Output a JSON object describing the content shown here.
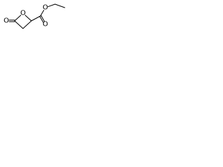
{
  "molecule": {
    "atoms": [
      {
        "id": "O1",
        "element": "O",
        "label": "O"
      },
      {
        "id": "C2",
        "element": "C",
        "label": ""
      },
      {
        "id": "C3",
        "element": "C",
        "label": ""
      },
      {
        "id": "C4",
        "element": "C",
        "label": ""
      },
      {
        "id": "O5",
        "element": "O",
        "label": "O"
      },
      {
        "id": "C6",
        "element": "C",
        "label": ""
      },
      {
        "id": "O7",
        "element": "O",
        "label": "O"
      },
      {
        "id": "O8",
        "element": "O",
        "label": "O"
      },
      {
        "id": "C9",
        "element": "C",
        "label": ""
      },
      {
        "id": "C10",
        "element": "C",
        "label": ""
      }
    ],
    "bonds": [
      {
        "from": "O1",
        "to": "C2",
        "order": 1
      },
      {
        "from": "C2",
        "to": "C3",
        "order": 1
      },
      {
        "from": "C3",
        "to": "C4",
        "order": 1
      },
      {
        "from": "C4",
        "to": "O1",
        "order": 1
      },
      {
        "from": "C4",
        "to": "O5",
        "order": 2
      },
      {
        "from": "C2",
        "to": "C6",
        "order": 1
      },
      {
        "from": "C6",
        "to": "O7",
        "order": 2
      },
      {
        "from": "C6",
        "to": "O8",
        "order": 1
      },
      {
        "from": "O8",
        "to": "C9",
        "order": 1
      },
      {
        "from": "C9",
        "to": "C10",
        "order": 1
      }
    ]
  }
}
